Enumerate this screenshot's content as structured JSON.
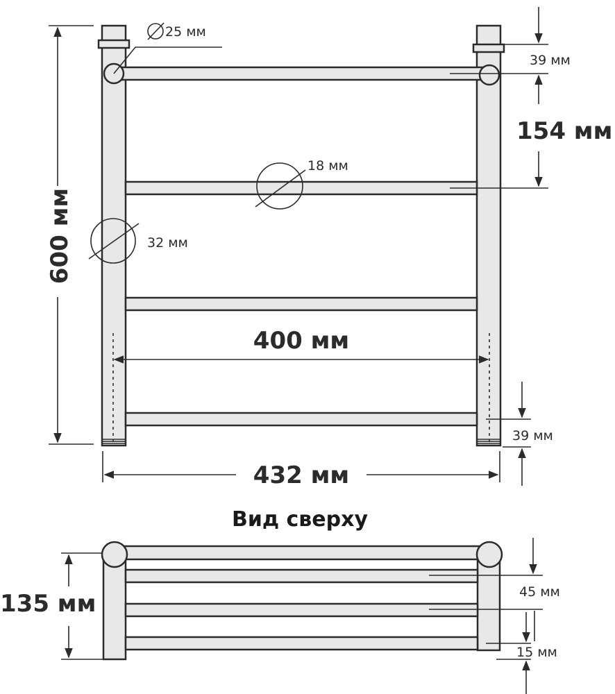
{
  "front_view": {
    "height": "600 мм",
    "width_total": "432 мм",
    "width_axis": "400 мм",
    "top_offset": "39 мм",
    "rung_spacing": "154 мм",
    "bottom_offset": "39 мм",
    "pipe_diameter": "25 мм",
    "rung_diameter": "18 мм",
    "riser_diameter": "32 мм"
  },
  "top_view": {
    "title": "Вид сверху",
    "depth": "135 мм",
    "shelf_spacing": "45 мм",
    "shelf_thickness": "15 мм"
  }
}
